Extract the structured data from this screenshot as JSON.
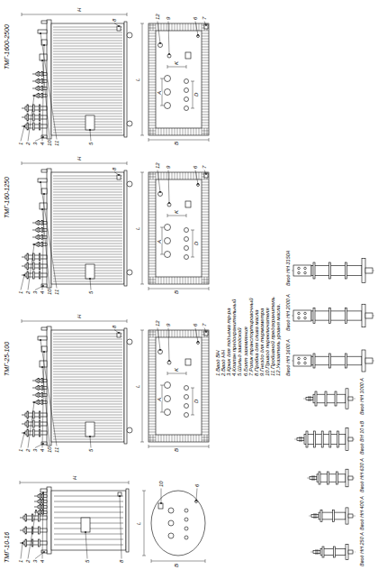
{
  "diagram": {
    "labels": [
      "ТМГ-10-16",
      "ТМГ-25-100",
      "ТМГ-160-1250",
      "ТМГ-1600-2500",
      "1.Ввод ВН",
      "2.Ввод НН",
      "3.Крюк для подъема тр-ра",
      "4.Клапан предохранительный",
      "5.Шильд заводской",
      "6.Болт заземления",
      "7.Ролик транспортировочный",
      "8.Пробка для слива масла",
      "9.Гнездо для термометра",
      "10.Привод переключателя",
      "11.Пробивной предохранитель",
      "12.Указатель уровня масла.",
      "Ввод НН 250 А",
      "Ввод НН 400 А",
      "Ввод НН 630 А",
      "Ввод ВН 10 кВ",
      "Ввод НН 1000 А",
      "Ввод НН 1600 А",
      "Ввод НН 2000 А",
      "Ввод НН 3150А",
      "1",
      "2",
      "3",
      "4",
      "5",
      "8",
      "H",
      "L",
      "B",
      "6",
      "10",
      "1",
      "2",
      "3",
      "4",
      "10",
      "11",
      "5",
      "8",
      "H",
      "L",
      "B",
      "A",
      "D",
      "K",
      "6",
      "7",
      "9",
      "12",
      "1",
      "2",
      "3",
      "4",
      "10",
      "11",
      "5",
      "8",
      "H",
      "L",
      "B",
      "A",
      "D",
      "K",
      "6",
      "7",
      "9",
      "12",
      "1",
      "2",
      "3",
      "4",
      "10",
      "11",
      "5",
      "8",
      "H",
      "L",
      "B",
      "A",
      "D",
      "K",
      "6",
      "7",
      "9",
      "12"
    ]
  }
}
